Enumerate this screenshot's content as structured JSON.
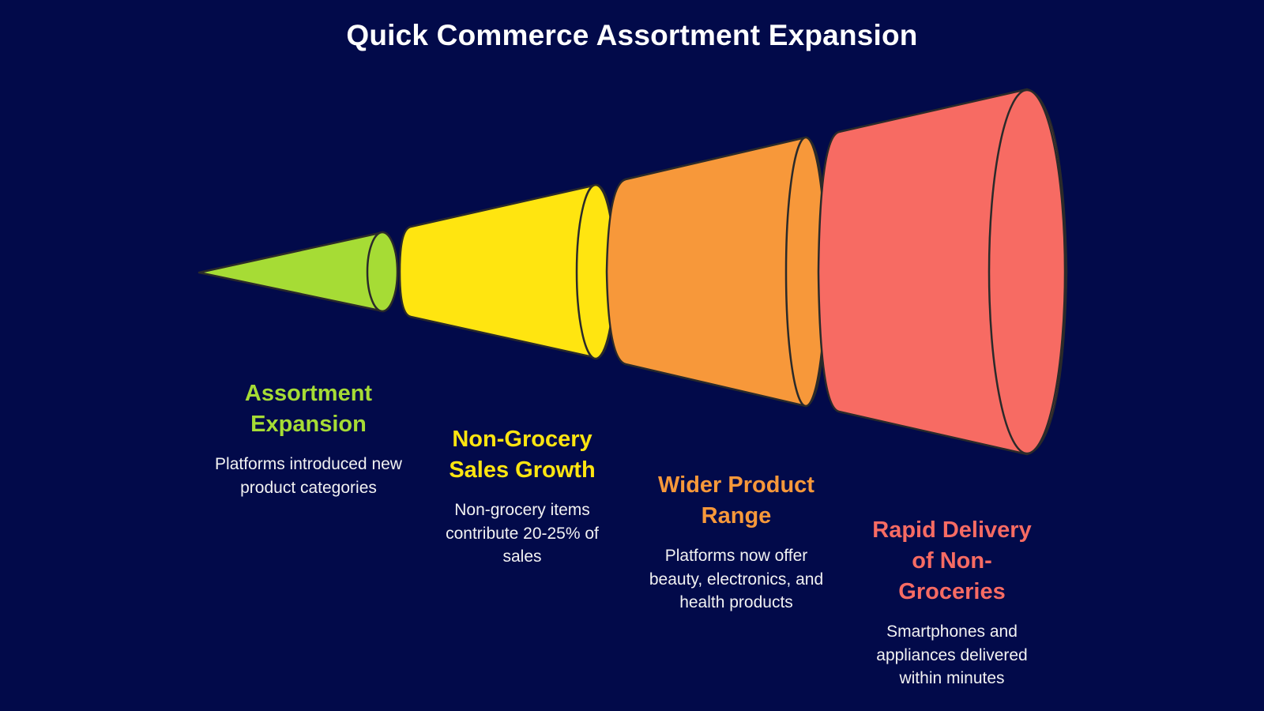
{
  "title": "Quick Commerce Assortment Expansion",
  "colors": {
    "background": "#020a4a",
    "outline": "#2a2a2a"
  },
  "stages": [
    {
      "title": "Assortment Expansion",
      "description": "Platforms introduced new product categories",
      "color": "#a6dc35",
      "title_color": "#a6dc35"
    },
    {
      "title": "Non-Grocery Sales Growth",
      "description": "Non-grocery items contribute 20-25% of sales",
      "color": "#ffe510",
      "title_color": "#ffe510"
    },
    {
      "title": "Wider Product Range",
      "description": "Platforms now offer beauty, electronics, and health products",
      "color": "#f7983a",
      "title_color": "#f7983a"
    },
    {
      "title": "Rapid Delivery of Non-Groceries",
      "description": "Smartphones and appliances delivered within minutes",
      "color": "#f76b63",
      "title_color": "#f76b63"
    }
  ]
}
